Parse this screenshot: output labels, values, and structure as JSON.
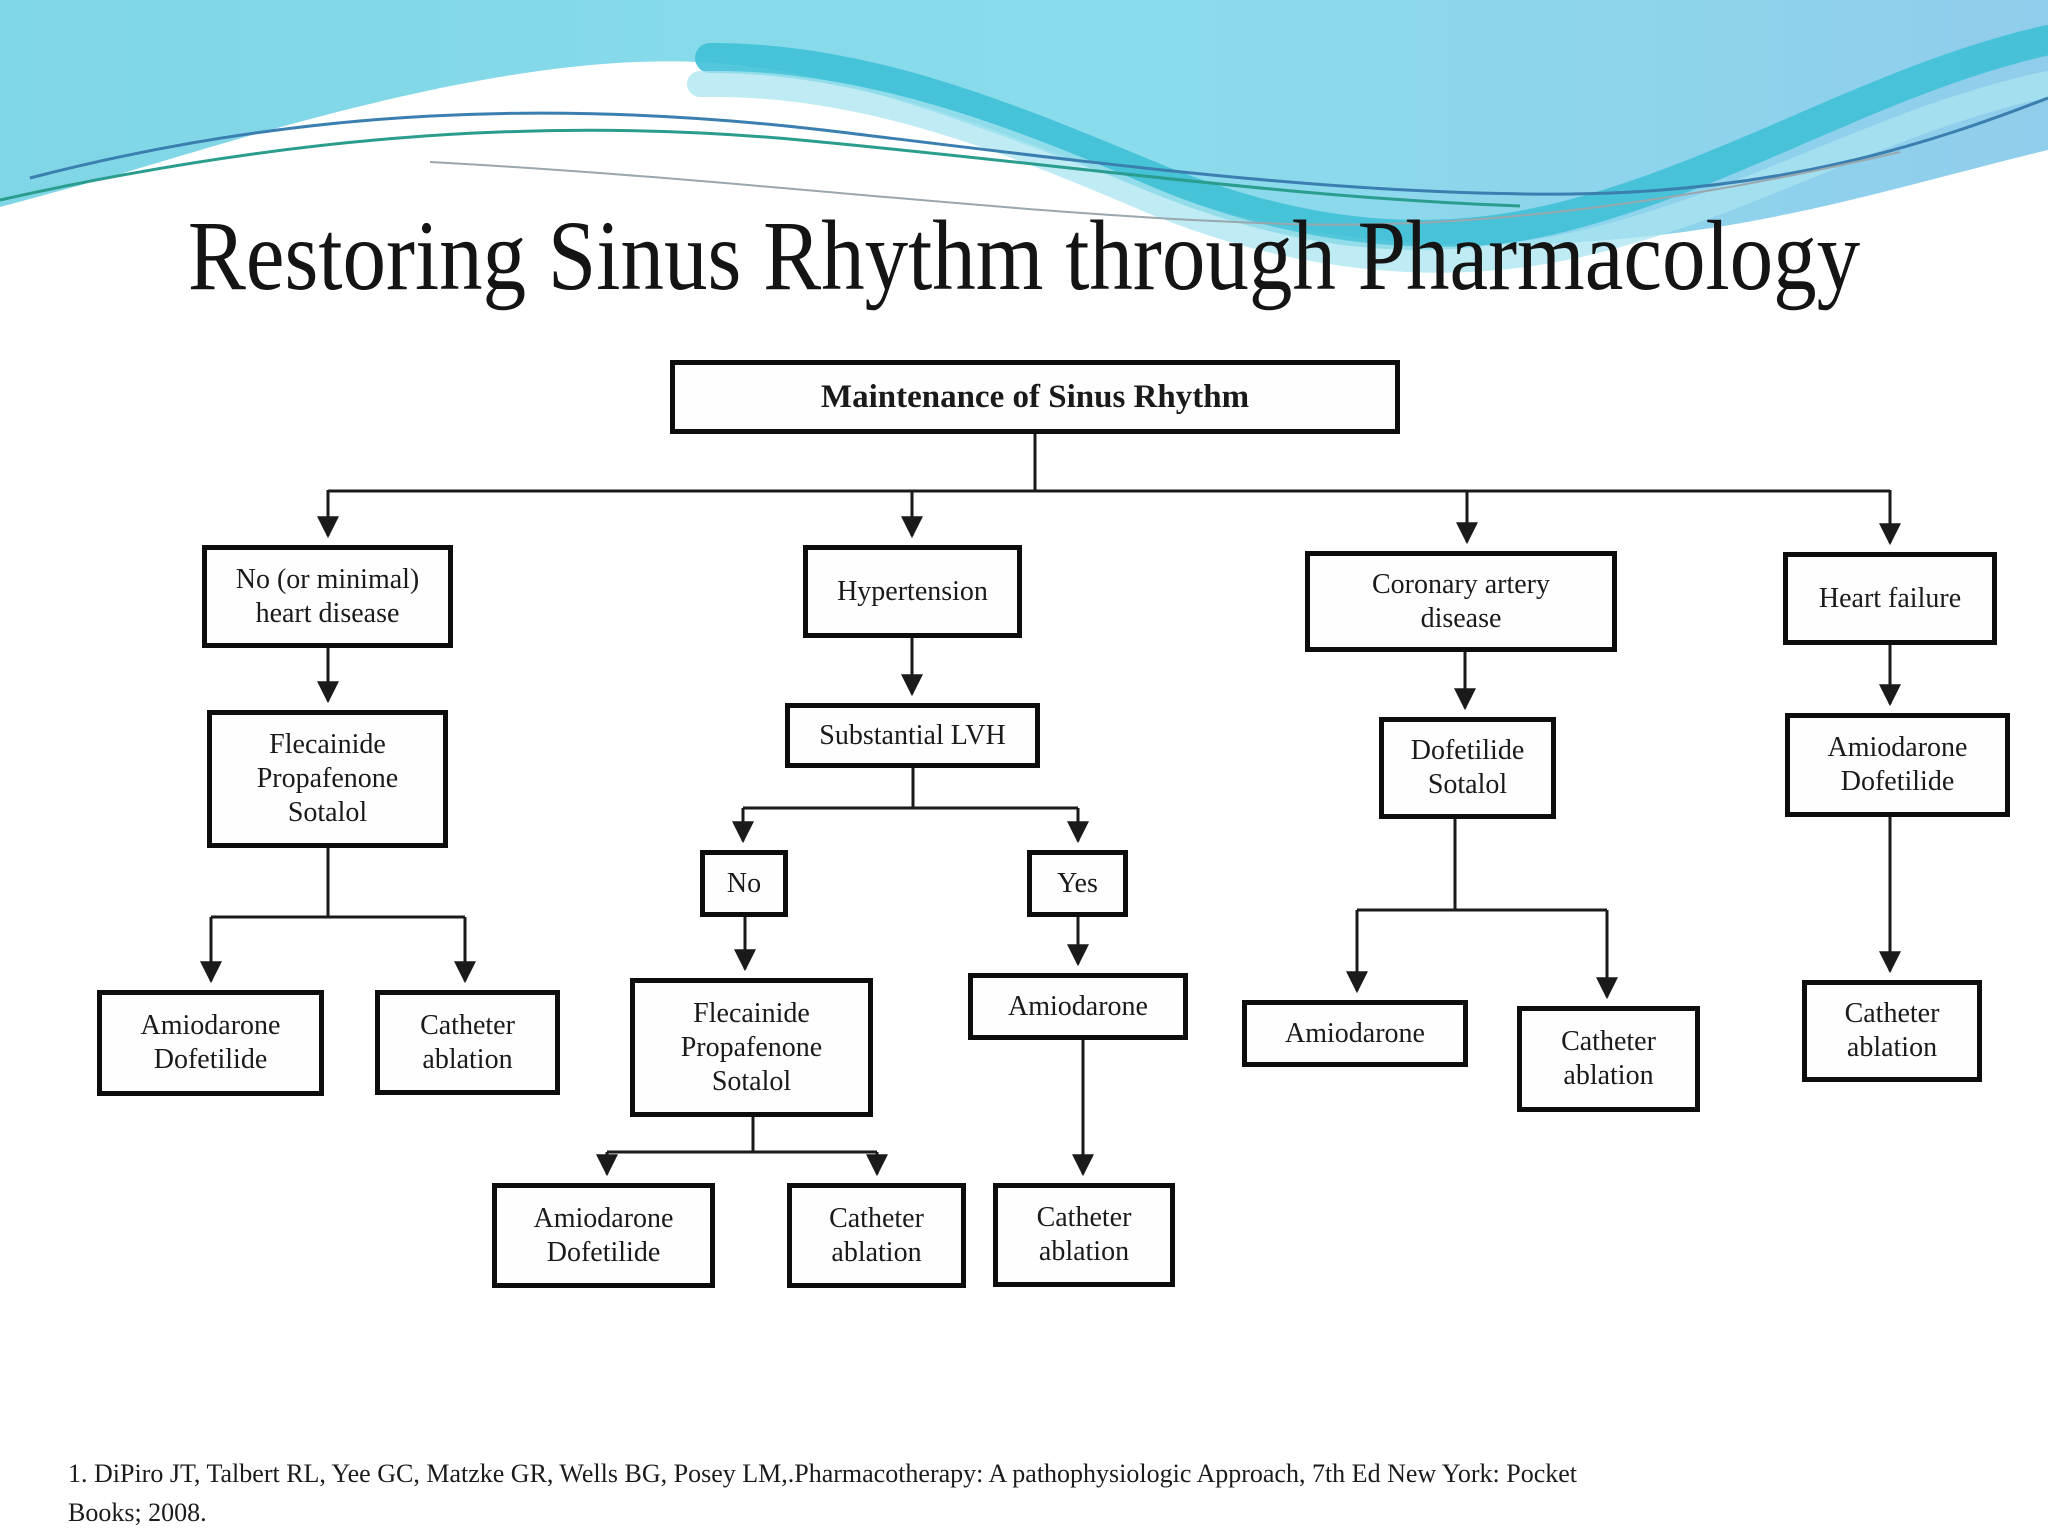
{
  "slide": {
    "title": "Restoring Sinus Rhythm through Pharmacology",
    "citation": {
      "line1": "1. DiPiro JT, Talbert RL, Yee GC, Matzke GR, Wells BG, Posey LM,.Pharmacotherapy: A pathophysiologic Approach, 7th Ed New York: Pocket",
      "line2": "Books; 2008."
    }
  },
  "colors": {
    "wave_cyan_left": "#7fd6e6",
    "wave_cyan_mid": "#8adcec",
    "wave_blue_right": "#90cdec",
    "ribbon_teal": "#3fc0d6",
    "ribbon_aqua": "#a9e4f0",
    "line_blue": "#3b7fb0",
    "line_teal": "#2a9d8f",
    "line_grey": "#9aa7ad",
    "connector": "#1a1a1a",
    "box_border": "#0d0d0d"
  },
  "flowchart": {
    "nodes": {
      "main": "Maintenance of Sinus Rhythm",
      "no_heart": "No (or minimal)\nheart disease",
      "flec1": "Flecainide\nPropafenone\nSotalol",
      "amio_dof_1": "Amiodarone\nDofetilide",
      "cath_1": "Catheter\nablation",
      "hypertension": "Hypertension",
      "lvh": "Substantial LVH",
      "no": "No",
      "yes": "Yes",
      "flec2": "Flecainide\nPropafenone\nSotalol",
      "amio_dof_2": "Amiodarone\nDofetilide",
      "cath_2": "Catheter\nablation",
      "amio_1": "Amiodarone",
      "cath_3": "Catheter\nablation",
      "cad": "Coronary artery\ndisease",
      "dof_sot": "Dofetilide\nSotalol",
      "amio_2": "Amiodarone",
      "cath_4": "Catheter\nablation",
      "hf": "Heart failure",
      "amio_dof_3": "Amiodarone\nDofetilide",
      "cath_5": "Catheter\nablation"
    }
  }
}
